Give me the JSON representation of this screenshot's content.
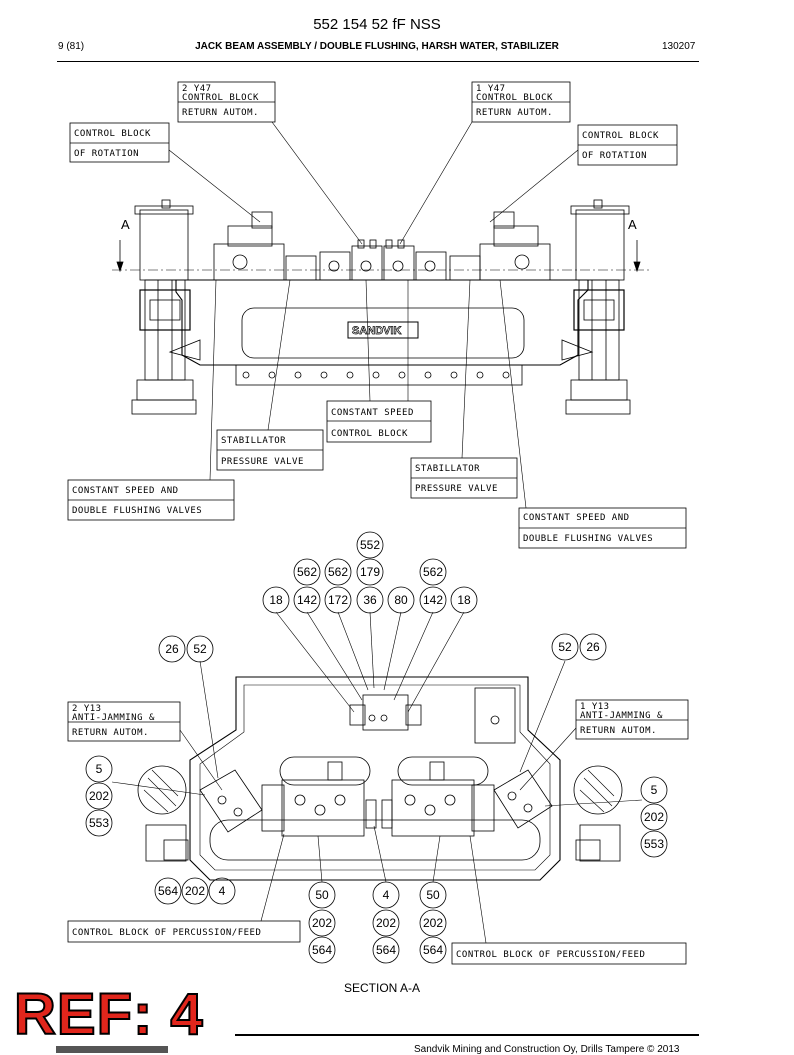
{
  "header": {
    "title": "552 154 52 fF NSS",
    "page": "9 (81)",
    "subtitle": "JACK BEAM ASSEMBLY / DOUBLE FLUSHING, HARSH WATER, STABILIZER",
    "date": "130207"
  },
  "top_labels": {
    "y47_2_a": "2 Y47",
    "y47_2_b": "CONTROL BLOCK",
    "y47_2_c": "RETURN AUTOM.",
    "y47_1_a": "1 Y47",
    "y47_1_b": "CONTROL BLOCK",
    "y47_1_c": "RETURN AUTOM.",
    "rot_l_a": "CONTROL BLOCK",
    "rot_l_b": "OF ROTATION",
    "rot_r_a": "CONTROL BLOCK",
    "rot_r_b": "OF ROTATION",
    "section_mark_l": "A",
    "section_mark_r": "A",
    "brand": "SANDVIK",
    "cs_a": "CONSTANT SPEED",
    "cs_b": "CONTROL BLOCK",
    "stab_l_a": "STABILLATOR",
    "stab_l_b": "PRESSURE VALVE",
    "stab_r_a": "STABILLATOR",
    "stab_r_b": "PRESSURE VALVE",
    "df_l_a": "CONSTANT SPEED AND",
    "df_l_b": "DOUBLE FLUSHING VALVES",
    "df_r_a": "CONSTANT SPEED AND",
    "df_r_b": "DOUBLE FLUSHING VALVES"
  },
  "bottom_labels": {
    "y13_2_a": "2 Y13",
    "y13_2_b": "ANTI-JAMMING &",
    "y13_2_c": "RETURN AUTOM.",
    "y13_1_a": "1 Y13",
    "y13_1_b": "ANTI-JAMMING &",
    "y13_1_c": "RETURN AUTOM.",
    "perc_l": "CONTROL BLOCK OF PERCUSSION/FEED",
    "perc_r": "CONTROL BLOCK OF PERCUSSION/FEED"
  },
  "callouts": {
    "c552": "552",
    "c562a": "562",
    "c562b": "562",
    "c179": "179",
    "c562c": "562",
    "c18a": "18",
    "c142a": "142",
    "c172": "172",
    "c36": "36",
    "c80": "80",
    "c142b": "142",
    "c18b": "18",
    "c26l": "26",
    "c52l": "52",
    "c52r": "52",
    "c26r": "26",
    "c5l": "5",
    "c202l": "202",
    "c553l": "553",
    "c5r": "5",
    "c202r": "202",
    "c553r": "553",
    "c564a": "564",
    "c202a": "202",
    "c4a": "4",
    "c50a": "50",
    "c4b": "4",
    "c50b": "50",
    "c202b": "202",
    "c202c": "202",
    "c202d": "202",
    "c564b": "564",
    "c564c": "564",
    "c564d": "564"
  },
  "section_title": "SECTION A-A",
  "ref": "REF: 4",
  "footer": "Sandvik Mining and Construction Oy, Drills Tampere © 2013"
}
